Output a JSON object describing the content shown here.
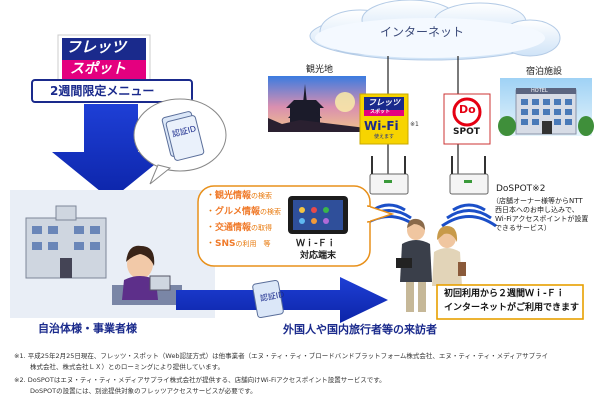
{
  "internet": {
    "label": "インターネット"
  },
  "brand": {
    "logo_top": "フレッツ",
    "logo_bottom": "スポット"
  },
  "menu": {
    "label": "2週間限定メニュー"
  },
  "auth_card": {
    "label": "認証ID"
  },
  "auth_tag": {
    "label": "認証ID"
  },
  "left_entity": {
    "label": "自治体様・事業者様"
  },
  "tourism": {
    "label": "観光地"
  },
  "hotel": {
    "label": "宿泊施設",
    "sign": "HOTEL"
  },
  "wifi_sign": {
    "logo_top": "フレッツ",
    "logo_bottom": "スポット",
    "wifi": "Wi-Fi",
    "sub": "使えます",
    "footnote": "※1"
  },
  "dospot": {
    "logo_line1": "Do",
    "logo_line2": "SPOT",
    "label": "DoSPOT※2",
    "desc": [
      "（店舗オーナー様等からNTT",
      "西日本へのお申し込みで、",
      "Wi-Fiアクセスポイントが設置",
      "できるサービス）"
    ]
  },
  "info_bubble": {
    "items": [
      {
        "key": "観光情報",
        "rest": "の検索"
      },
      {
        "key": "グルメ情報",
        "rest": "の検索"
      },
      {
        "key": "交通情報",
        "rest": "の取得"
      },
      {
        "key": "SNS",
        "rest": "の利用　等"
      }
    ]
  },
  "device": {
    "line1": "Ｗｉ-Ｆｉ",
    "line2": "対応端末"
  },
  "visitors": {
    "label": "外国人や国内旅行者等の来訪者"
  },
  "callout": {
    "line1": "初回利用から２週間Ｗｉ-Ｆｉ",
    "line2": "インターネットがご利用できます"
  },
  "footnotes": [
    "※1. 平成25年2月25日現在、フレッツ・スポット（Web認証方式）は他事業者（エヌ・ティ・ティ・ブロードバンドプラットフォーム株式会社、エヌ・ティ・ティ・メディアサプライ",
    "株式会社、株式会社ＬＸ）とのローミングにより提供しています。",
    "※2. DoSPOTはエヌ・ティ・ティ・メディアサプライ株式会社が提供する、店舗向けWi-Fiアクセスポイント設置サービスです。",
    "DoSPOTの設置には、別途提供対象のフレッツアクセスサービスが必要です。"
  ],
  "colors": {
    "navy": "#1a2a8c",
    "arrow_blue": "#1536c8",
    "orange": "#e8790c",
    "pink": "#f07a2a",
    "cloud_text": "#3c4b7a",
    "callout_border": "#e8a000"
  }
}
